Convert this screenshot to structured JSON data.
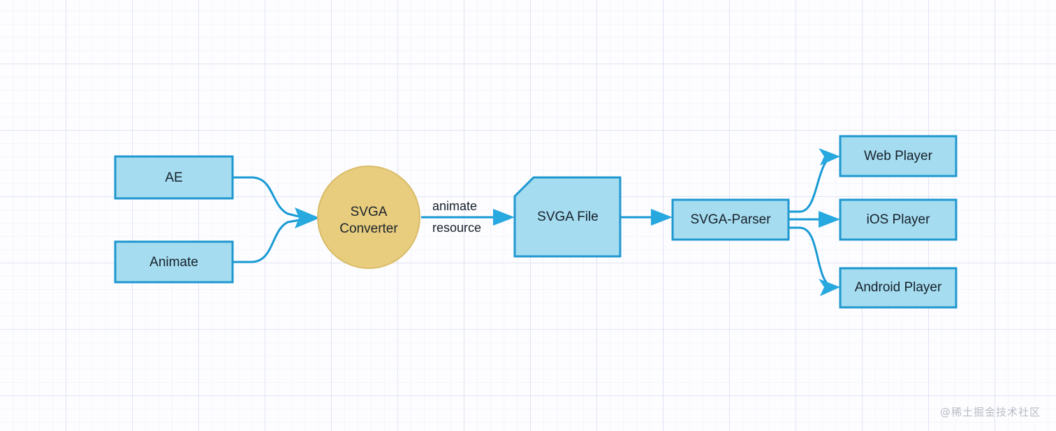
{
  "diagram": {
    "title": "SVGA animation pipeline flowchart",
    "colors": {
      "node_fill": "#a5dcf0",
      "node_stroke": "#1f97cf",
      "circle_fill": "#e8cd7f",
      "circle_stroke": "#d9bc68",
      "edge": "#189ad4",
      "arrow": "#27a8df",
      "text": "#16202a",
      "grid": "#b4bee1",
      "background": "#fdfdff"
    },
    "nodes": [
      {
        "id": "ae",
        "label": "AE",
        "shape": "rectangle"
      },
      {
        "id": "animate",
        "label": "Animate",
        "shape": "rectangle"
      },
      {
        "id": "svga-converter",
        "label": "SVGA Converter",
        "label_line1": "SVGA",
        "label_line2": "Converter",
        "shape": "circle"
      },
      {
        "id": "svga-file",
        "label": "SVGA File",
        "shape": "cut-corner-rectangle"
      },
      {
        "id": "svga-parser",
        "label": "SVGA-Parser",
        "shape": "rectangle"
      },
      {
        "id": "web-player",
        "label": "Web Player",
        "shape": "rectangle"
      },
      {
        "id": "ios-player",
        "label": "iOS Player",
        "shape": "rectangle"
      },
      {
        "id": "android-player",
        "label": "Android Player",
        "shape": "rectangle"
      }
    ],
    "edges": [
      {
        "id": "ae-to-converter",
        "from": "ae",
        "to": "svga-converter",
        "label": "",
        "style": "curved"
      },
      {
        "id": "animate-to-converter",
        "from": "animate",
        "to": "svga-converter",
        "label": "",
        "style": "curved"
      },
      {
        "id": "converter-to-file",
        "from": "svga-converter",
        "to": "svga-file",
        "label_line1": "animate",
        "label_line2": "resource",
        "style": "straight"
      },
      {
        "id": "file-to-parser",
        "from": "svga-file",
        "to": "svga-parser",
        "label": "",
        "style": "straight"
      },
      {
        "id": "parser-to-web-player",
        "from": "svga-parser",
        "to": "web-player",
        "label": "",
        "style": "curved"
      },
      {
        "id": "parser-to-ios-player",
        "from": "svga-parser",
        "to": "ios-player",
        "label": "",
        "style": "straight"
      },
      {
        "id": "parser-to-android-player",
        "from": "svga-parser",
        "to": "android-player",
        "label": "",
        "style": "curved"
      }
    ]
  },
  "watermark": {
    "text": "@稀土掘金技术社区"
  }
}
